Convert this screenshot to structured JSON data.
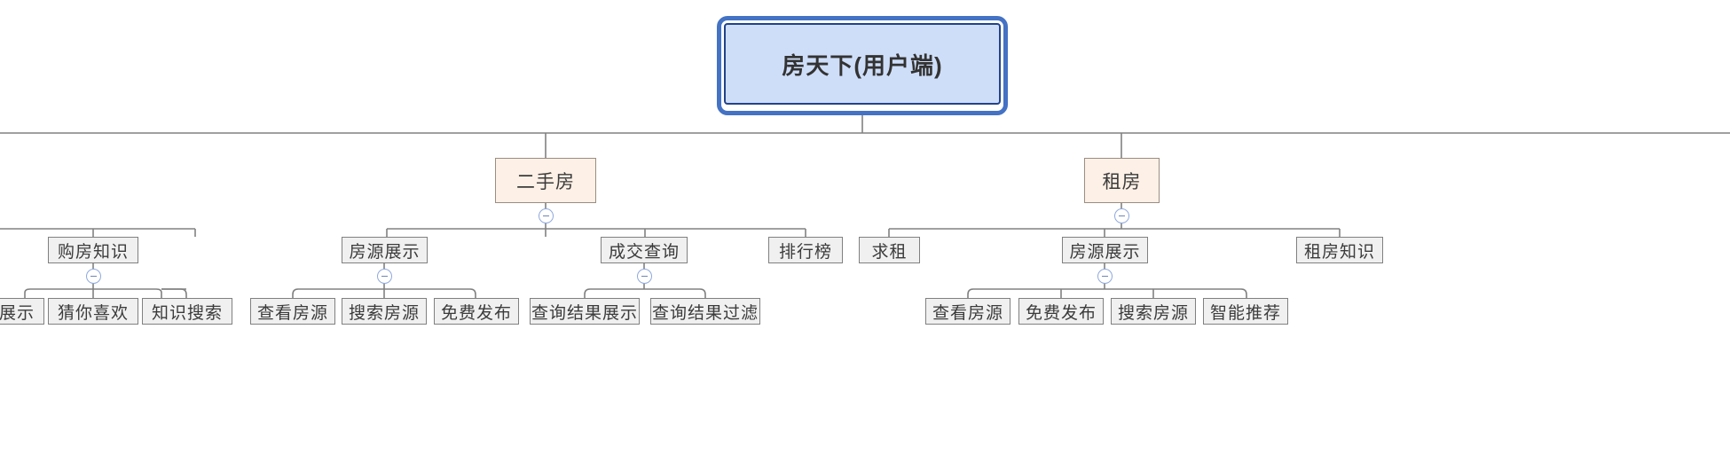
{
  "diagram": {
    "type": "mind-map-tree",
    "title": "房天下(用户端)",
    "colors": {
      "root_fill": "#cfdef8",
      "root_border": "#21438a",
      "selection": "#4472c4",
      "category_fill": "#fdf0e6",
      "category_border": "#9c8d82",
      "node_fill": "#f0f0f0",
      "node_border": "#808080",
      "connector": "#808080",
      "badge_border": "#8fa9dd",
      "background": "#ffffff"
    },
    "root": {
      "label": "房天下(用户端)"
    },
    "categories": [
      {
        "id": "ershoufang",
        "label": "二手房"
      },
      {
        "id": "zufang",
        "label": "租房"
      }
    ],
    "sections": [
      {
        "id": "gouFangZhiShi",
        "label": "购房知识"
      },
      {
        "id": "fangYuanZhanShi1",
        "label": "房源展示"
      },
      {
        "id": "chengJiaoChaXun",
        "label": "成交查询"
      },
      {
        "id": "paiHangBang",
        "label": "排行榜"
      },
      {
        "id": "qiuZu",
        "label": "求租"
      },
      {
        "id": "fangYuanZhanShi2",
        "label": "房源展示"
      },
      {
        "id": "zuFangZhiShi",
        "label": "租房知识"
      }
    ],
    "leaves": [
      {
        "id": "zhanshi",
        "label": "展示"
      },
      {
        "id": "caiNiXiHuan",
        "label": "猜你喜欢"
      },
      {
        "id": "zhiShiSouSuo",
        "label": "知识搜索"
      },
      {
        "id": "chaKanFangYuan1",
        "label": "查看房源"
      },
      {
        "id": "souSuoFangYuan1",
        "label": "搜索房源"
      },
      {
        "id": "mianFeiFaBu1",
        "label": "免费发布"
      },
      {
        "id": "chaXunJieGuoZhanShi",
        "label": "查询结果展示"
      },
      {
        "id": "chaXunJieGuoGuoLu",
        "label": "查询结果过滤"
      },
      {
        "id": "chaKanFangYuan2",
        "label": "查看房源"
      },
      {
        "id": "mianFeiFaBu2",
        "label": "免费发布"
      },
      {
        "id": "souSuoFangYuan2",
        "label": "搜索房源"
      },
      {
        "id": "zhiNengTuiJian",
        "label": "智能推荐"
      }
    ],
    "collapse_badges": [
      {
        "id": "badge-ershoufang",
        "symbol": "−",
        "state": "expanded"
      },
      {
        "id": "badge-zufang",
        "symbol": "−",
        "state": "expanded"
      },
      {
        "id": "badge-goufangzhishi",
        "symbol": "−",
        "state": "expanded"
      },
      {
        "id": "badge-fangyuanzhanshi1",
        "symbol": "−",
        "state": "expanded"
      },
      {
        "id": "badge-chengjiaochaxun",
        "symbol": "−",
        "state": "expanded"
      },
      {
        "id": "badge-fangyuanzhanshi2",
        "symbol": "−",
        "state": "expanded"
      }
    ]
  }
}
